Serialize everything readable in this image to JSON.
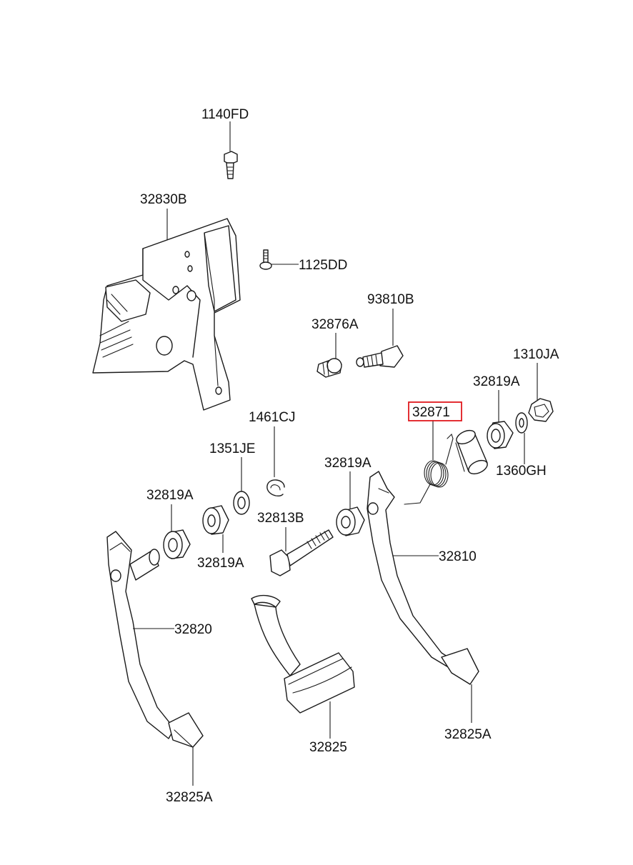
{
  "labels": {
    "p1140FD": "1140FD",
    "p32830B": "32830B",
    "p1125DD": "1125DD",
    "p93810B": "93810B",
    "p32876A": "32876A",
    "p1310JA": "1310JA",
    "p32819A_top": "32819A",
    "p32871": "32871",
    "p1360GH": "1360GH",
    "p1461CJ": "1461CJ",
    "p1351JE": "1351JE",
    "p32819A_mid": "32819A",
    "p32819A_left": "32819A",
    "p32813B": "32813B",
    "p32819A_low": "32819A",
    "p32810": "32810",
    "p32820": "32820",
    "p32825": "32825",
    "p32825A_right": "32825A",
    "p32825A_left": "32825A"
  },
  "highlighted_part": "32871",
  "colors": {
    "line": "#1a1a1a",
    "highlight": "#e0191e",
    "background": "#ffffff"
  }
}
